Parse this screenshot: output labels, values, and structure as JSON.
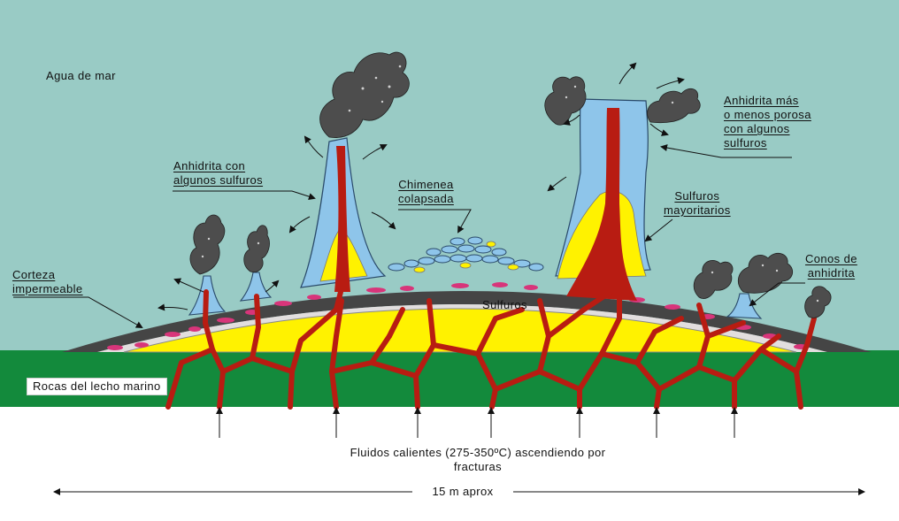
{
  "labels": {
    "seawater": "Agua de mar",
    "anhydrite_some_sulfides": [
      "Anhidrita con",
      "algunos sulfuros"
    ],
    "collapsed_chimney": [
      "Chimenea",
      "colapsada"
    ],
    "porous_anhydrite": [
      "Anhidrita más",
      "o menos porosa",
      "con algunos",
      "sulfuros"
    ],
    "major_sulfides": [
      "Sulfuros",
      "mayoritarios"
    ],
    "impermeable_crust": [
      "Corteza",
      "impermeable"
    ],
    "sulfides": "Sulfuros",
    "anhydrite_cones": [
      "Conos de",
      "anhidrita"
    ],
    "seafloor_rocks": "Rocas del lecho marino",
    "hot_fluids": [
      "Fluidos calientes (275-350ºC) ascendiendo por",
      "fracturas"
    ],
    "scale": "15 m aprox"
  },
  "colors": {
    "seawater": "#99cbc5",
    "seafloor": "#138a3c",
    "crust": "#444444",
    "anhydrite": "#8ec5ea",
    "sulfides": "#fff200",
    "fluid_veins": "#b81c12",
    "pink_inclusions": "#d8357a",
    "smoke": "#555555"
  }
}
